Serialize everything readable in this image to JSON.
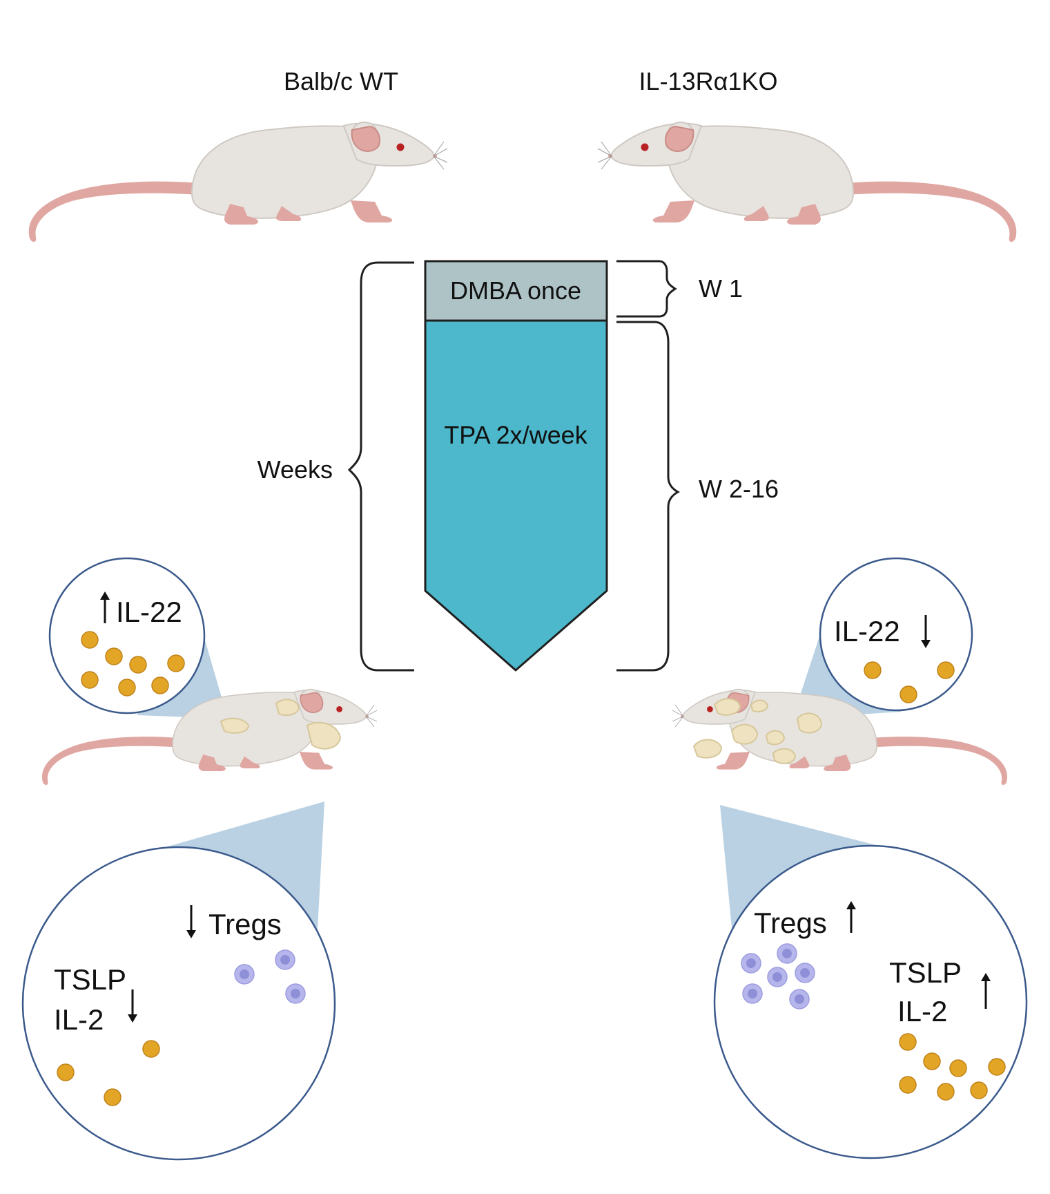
{
  "groups": {
    "wt": "Balb/c WT",
    "ko": "IL-13Rα1KO"
  },
  "timeline": {
    "axis_label": "Weeks",
    "step1": {
      "label": "DMBA once",
      "week": "W 1"
    },
    "step2": {
      "label": "TPA 2x/week",
      "weeks": "W 2-16"
    }
  },
  "wt_outcome": {
    "skin": {
      "label": "IL-22",
      "trend": "up"
    },
    "systemic": {
      "tregs": {
        "label": "Tregs",
        "trend": "down"
      },
      "cytokines": {
        "line1": "TSLP",
        "line2": "IL-2",
        "trend": "down"
      }
    }
  },
  "ko_outcome": {
    "skin": {
      "label": "IL-22",
      "trend": "down"
    },
    "systemic": {
      "tregs": {
        "label": "Tregs",
        "trend": "up"
      },
      "cytokines": {
        "line1": "TSLP",
        "line2": "IL-2",
        "trend": "up"
      }
    }
  },
  "colors": {
    "dmba_box": "#adc3c6",
    "tpa_arrow": "#4db8cb",
    "circle_stroke": "#3b5a8c",
    "zoom_cone": "#b9d1e3",
    "cytokine_dot": "#e3a526",
    "treg_cell": "#b6b6ec",
    "mouse_body": "#e7e3df",
    "mouse_tail": "#e0a7a2",
    "tumor": "#efe2c0"
  }
}
